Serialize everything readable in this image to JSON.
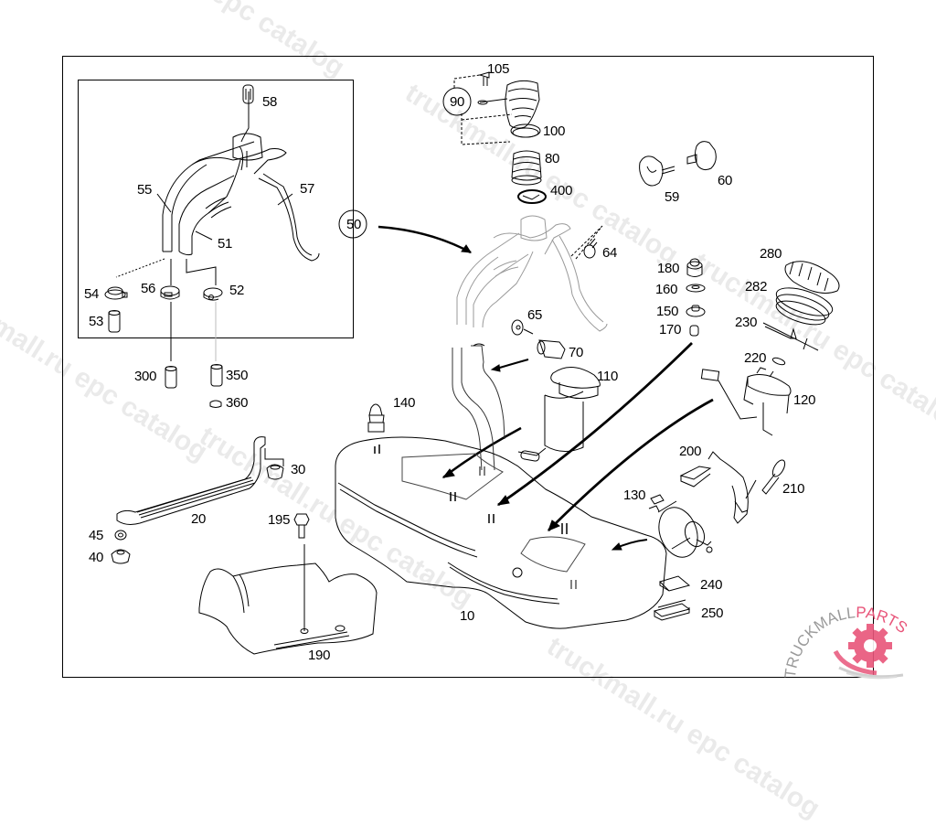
{
  "diagram": {
    "title": "Fuel tank assembly exploded parts diagram",
    "watermark_text": "truckmall.ru epc catalog",
    "callouts": {
      "p58": "58",
      "p55": "55",
      "p57": "57",
      "p51": "51",
      "p54": "54",
      "p56": "56",
      "p52": "52",
      "p53": "53",
      "p50": "50",
      "p90": "90",
      "p105": "105",
      "p100": "100",
      "p80": "80",
      "p400": "400",
      "p64": "64",
      "p59": "59",
      "p60": "60",
      "p180": "180",
      "p160": "160",
      "p150": "150",
      "p170": "170",
      "p280": "280",
      "p282": "282",
      "p230": "230",
      "p220": "220",
      "p120": "120",
      "p65": "65",
      "p70": "70",
      "p110": "110",
      "p140": "140",
      "p300": "300",
      "p350": "350",
      "p360": "360",
      "p30": "30",
      "p20": "20",
      "p45": "45",
      "p40": "40",
      "p195": "195",
      "p190": "190",
      "p10": "10",
      "p200": "200",
      "p210": "210",
      "p130": "130",
      "p240": "240",
      "p250": "250"
    }
  },
  "logo": {
    "text_dark": "TRUCKMALL",
    "text_accent": "PARTS",
    "accent_color": "#e8557a"
  }
}
